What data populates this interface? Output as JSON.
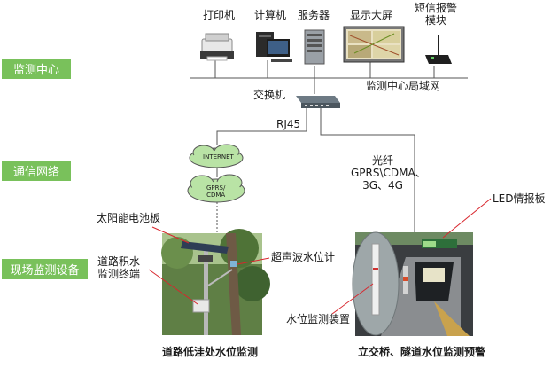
{
  "sections": {
    "monitoring_center": "监测中心",
    "communication": "通信网络",
    "field": "现场监测设备"
  },
  "devices": {
    "printer": "打印机",
    "computer": "计算机",
    "server": "服务器",
    "display": "显示大屏",
    "sms_line1": "短信报警",
    "sms_line2": "模块"
  },
  "network": {
    "lan_label": "监测中心局域网",
    "switch_label": "交换机",
    "rj45": "RJ45",
    "internet": "INTERNET",
    "gprs_line1": "GPRS/",
    "gprs_line2": "CDMA",
    "right_line1": "光纤",
    "right_line2": "GPRS\\CDMA、",
    "right_line3": "3G、4G"
  },
  "field_labels": {
    "solar": "太阳能电池板",
    "ultrasonic": "超声波水位计",
    "terminal_line1": "道路积水",
    "terminal_line2": "监测终端",
    "led": "LED情报板",
    "water_device": "水位监测装置"
  },
  "captions": {
    "left": "道路低洼处水位监测",
    "right": "立交桥、隧道水位监测预警"
  },
  "colors": {
    "section_bg": "#79c15b",
    "pointer": "#d8262d",
    "line": "#555555"
  }
}
